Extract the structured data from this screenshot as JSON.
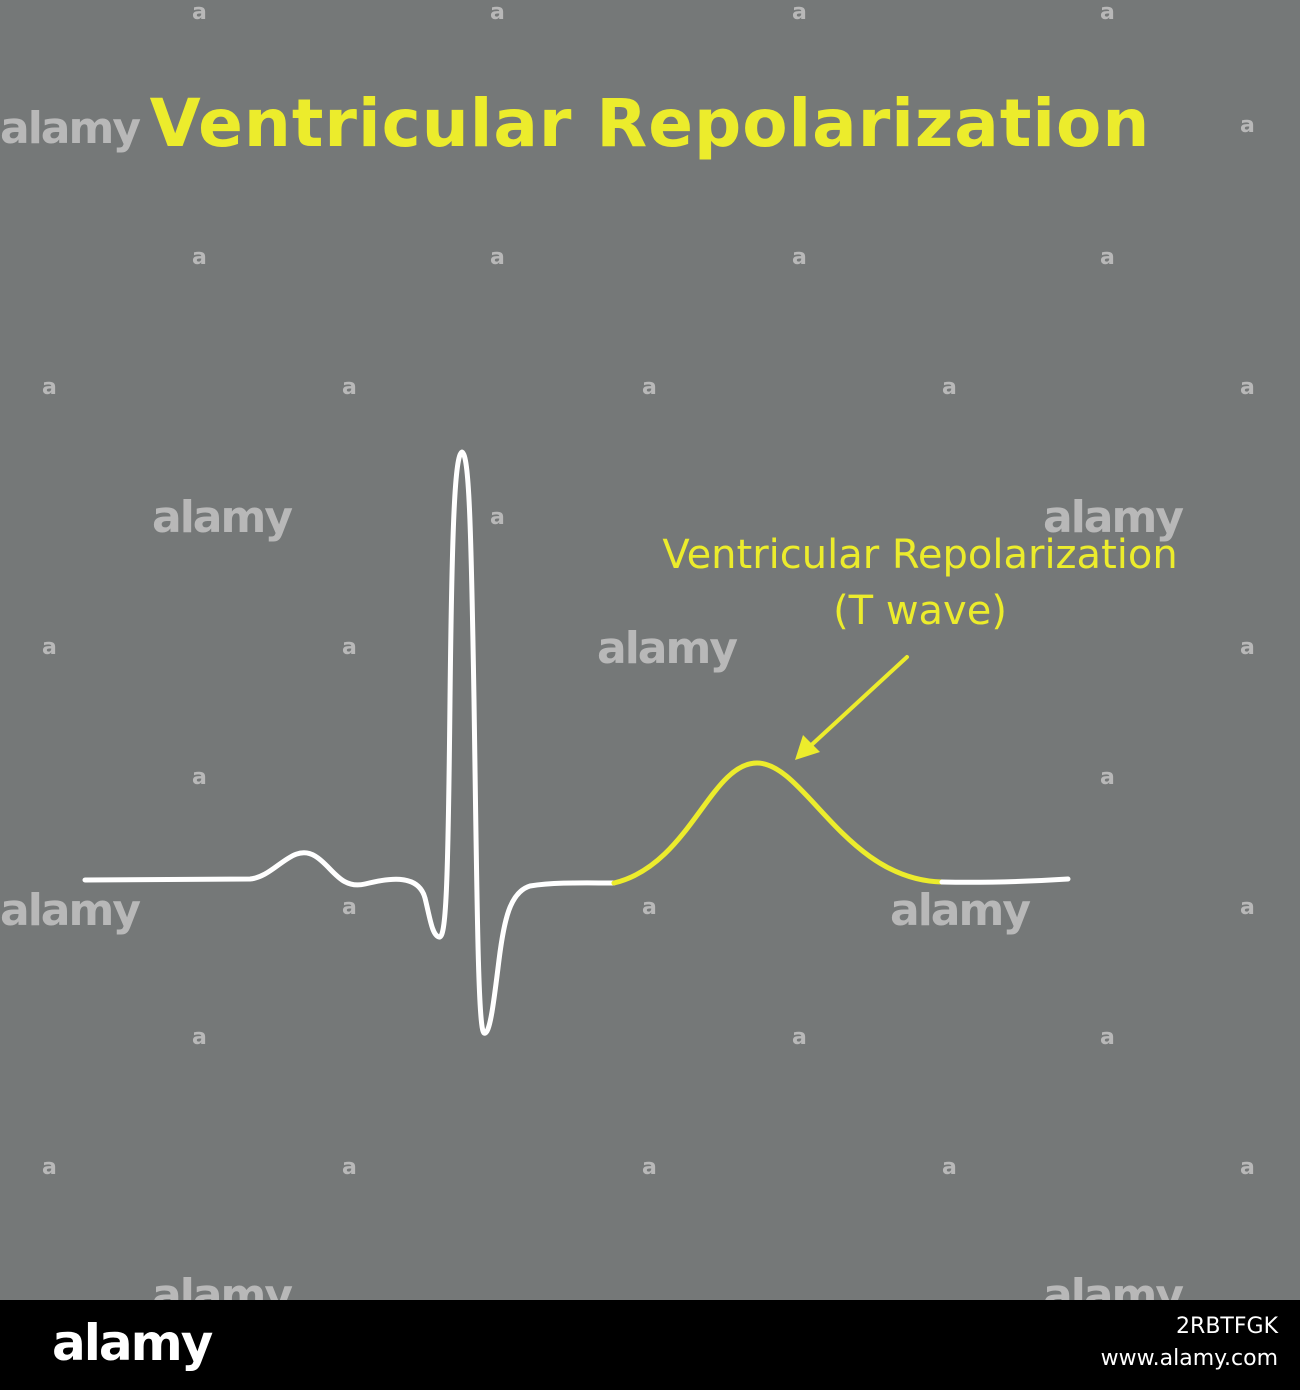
{
  "title": "Ventricular Repolarization",
  "annotation": {
    "line1": "Ventricular Repolarization",
    "line2": "(T wave)"
  },
  "colors": {
    "background": "#757878",
    "highlight": "#ecec2c",
    "trace": "#ffffff",
    "footer": "#000000"
  },
  "watermark": {
    "brand": "alamy",
    "mark": "a"
  },
  "footer": {
    "logo": "alamy",
    "image_id": "2RBTFGK",
    "url": "www.alamy.com"
  }
}
